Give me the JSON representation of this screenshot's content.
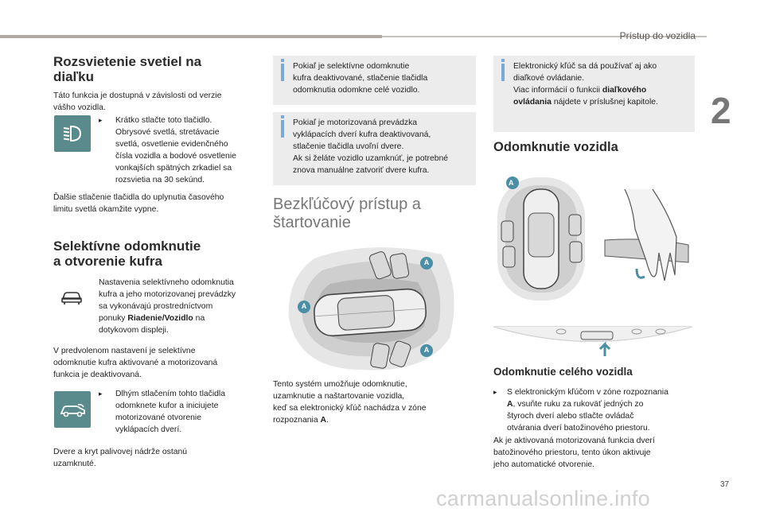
{
  "header": {
    "section": "Prístup do vozidla",
    "chapter_number": "2",
    "page_number": "37"
  },
  "watermark": "carmanualsonline.info",
  "col1": {
    "title_line1": "Rozsvietenie svetiel na",
    "title_line2": "diaľku",
    "intro_line1": "Táto funkcia je dostupná v závislosti od verzie",
    "intro_line2": "vášho vozidla.",
    "bullet1_lines": [
      "Krátko stlačte toto tlačidlo.",
      "Obrysové svetlá, stretávacie",
      "svetlá, osvetlenie evidenčného",
      "čísla vozidla a bodové osvetlenie",
      "vonkajších spätných zrkadiel sa",
      "rozsvietia na 30 sekúnd."
    ],
    "para2_line1": "Ďalšie stlačenie tlačidla do uplynutia časového",
    "para2_line2": "limitu svetlá okamžite vypne.",
    "title2_line1": "Selektívne odomknutie",
    "title2_line2": "a otvorenie kufra",
    "settings_lines": [
      "Nastavenia selektívneho odomknutia",
      "kufra a jeho motorizovanej prevádzky",
      "sa vykonávajú prostredníctvom",
      "ponuky "
    ],
    "settings_bold": "Riadenie/Vozidlo",
    "settings_after_bold": " na",
    "settings_last": "dotykovom displeji.",
    "para3_lines": [
      "V predvolenom nastavení je selektívne",
      "odomknutie kufra aktivované a motorizovaná",
      "funkcia je deaktivovaná."
    ],
    "bullet2_lines": [
      "Dlhým stlačením tohto tlačidla",
      "odomknete kufor a iniciujete",
      "motorizované otvorenie",
      "vyklápacích dverí."
    ],
    "para4_lines": [
      "Dvere a kryt palivovej nádrže ostanú",
      "uzamknuté."
    ]
  },
  "col2": {
    "info1_lines": [
      "Pokiaľ je selektívne odomknutie",
      "kufra deaktivované, stlačenie tlačidla",
      "odomknutia odomkne celé vozidlo."
    ],
    "info2_lines": [
      "Pokiaľ je motorizovaná prevádzka",
      "vyklápacích dverí kufra deaktivovaná,",
      "stlačenie tlačidla uvoľní dvere.",
      "Ak si želáte vozidlo uzamknúť, je potrebné",
      "znova manuálne zatvoriť dvere kufra."
    ],
    "title_line1": "Bezkľúčový prístup a",
    "title_line2": "štartovanie",
    "zone_label": "A",
    "para_lines": [
      "Tento systém umožňuje odomknutie,",
      "uzamknutie a naštartovanie vozidla,",
      "keď sa elektronický kľúč nachádza v zóne"
    ],
    "para_last_prefix": "rozpoznania ",
    "para_last_bold": "A",
    "para_last_suffix": "."
  },
  "col3": {
    "info_lines": [
      "Elektronický kľúč sa dá používať aj ako",
      "diaľkové ovládanie.",
      "Viac informácií o funkcii "
    ],
    "info_bold1": "diaľkového",
    "info_bold2": "ovládania",
    "info_after": " nájdete v príslušnej kapitole.",
    "title": "Odomknutie vozidla",
    "zone_label": "A",
    "subtitle": "Odomknutie celého vozidla",
    "bullet_line1": "S elektronickým kľúčom v zóne rozpoznania",
    "bullet_bold": "A",
    "bullet_line2_rest": ", vsuňte ruku za rukoväť jedných zo",
    "bullet_lines_rest": [
      "štyroch dverí alebo stlačte ovládač",
      "otvárania dverí batožinového priestoru."
    ],
    "para_lines": [
      "Ak je aktivovaná motorizovaná funkcia dverí",
      "batožinového priestoru, tento úkon aktivuje",
      "jeho automatické otvorenie."
    ]
  },
  "colors": {
    "accent_teal": "#5a8b8c",
    "info_bar": "#7aa8d9",
    "marker_teal": "#4b8fa6"
  }
}
